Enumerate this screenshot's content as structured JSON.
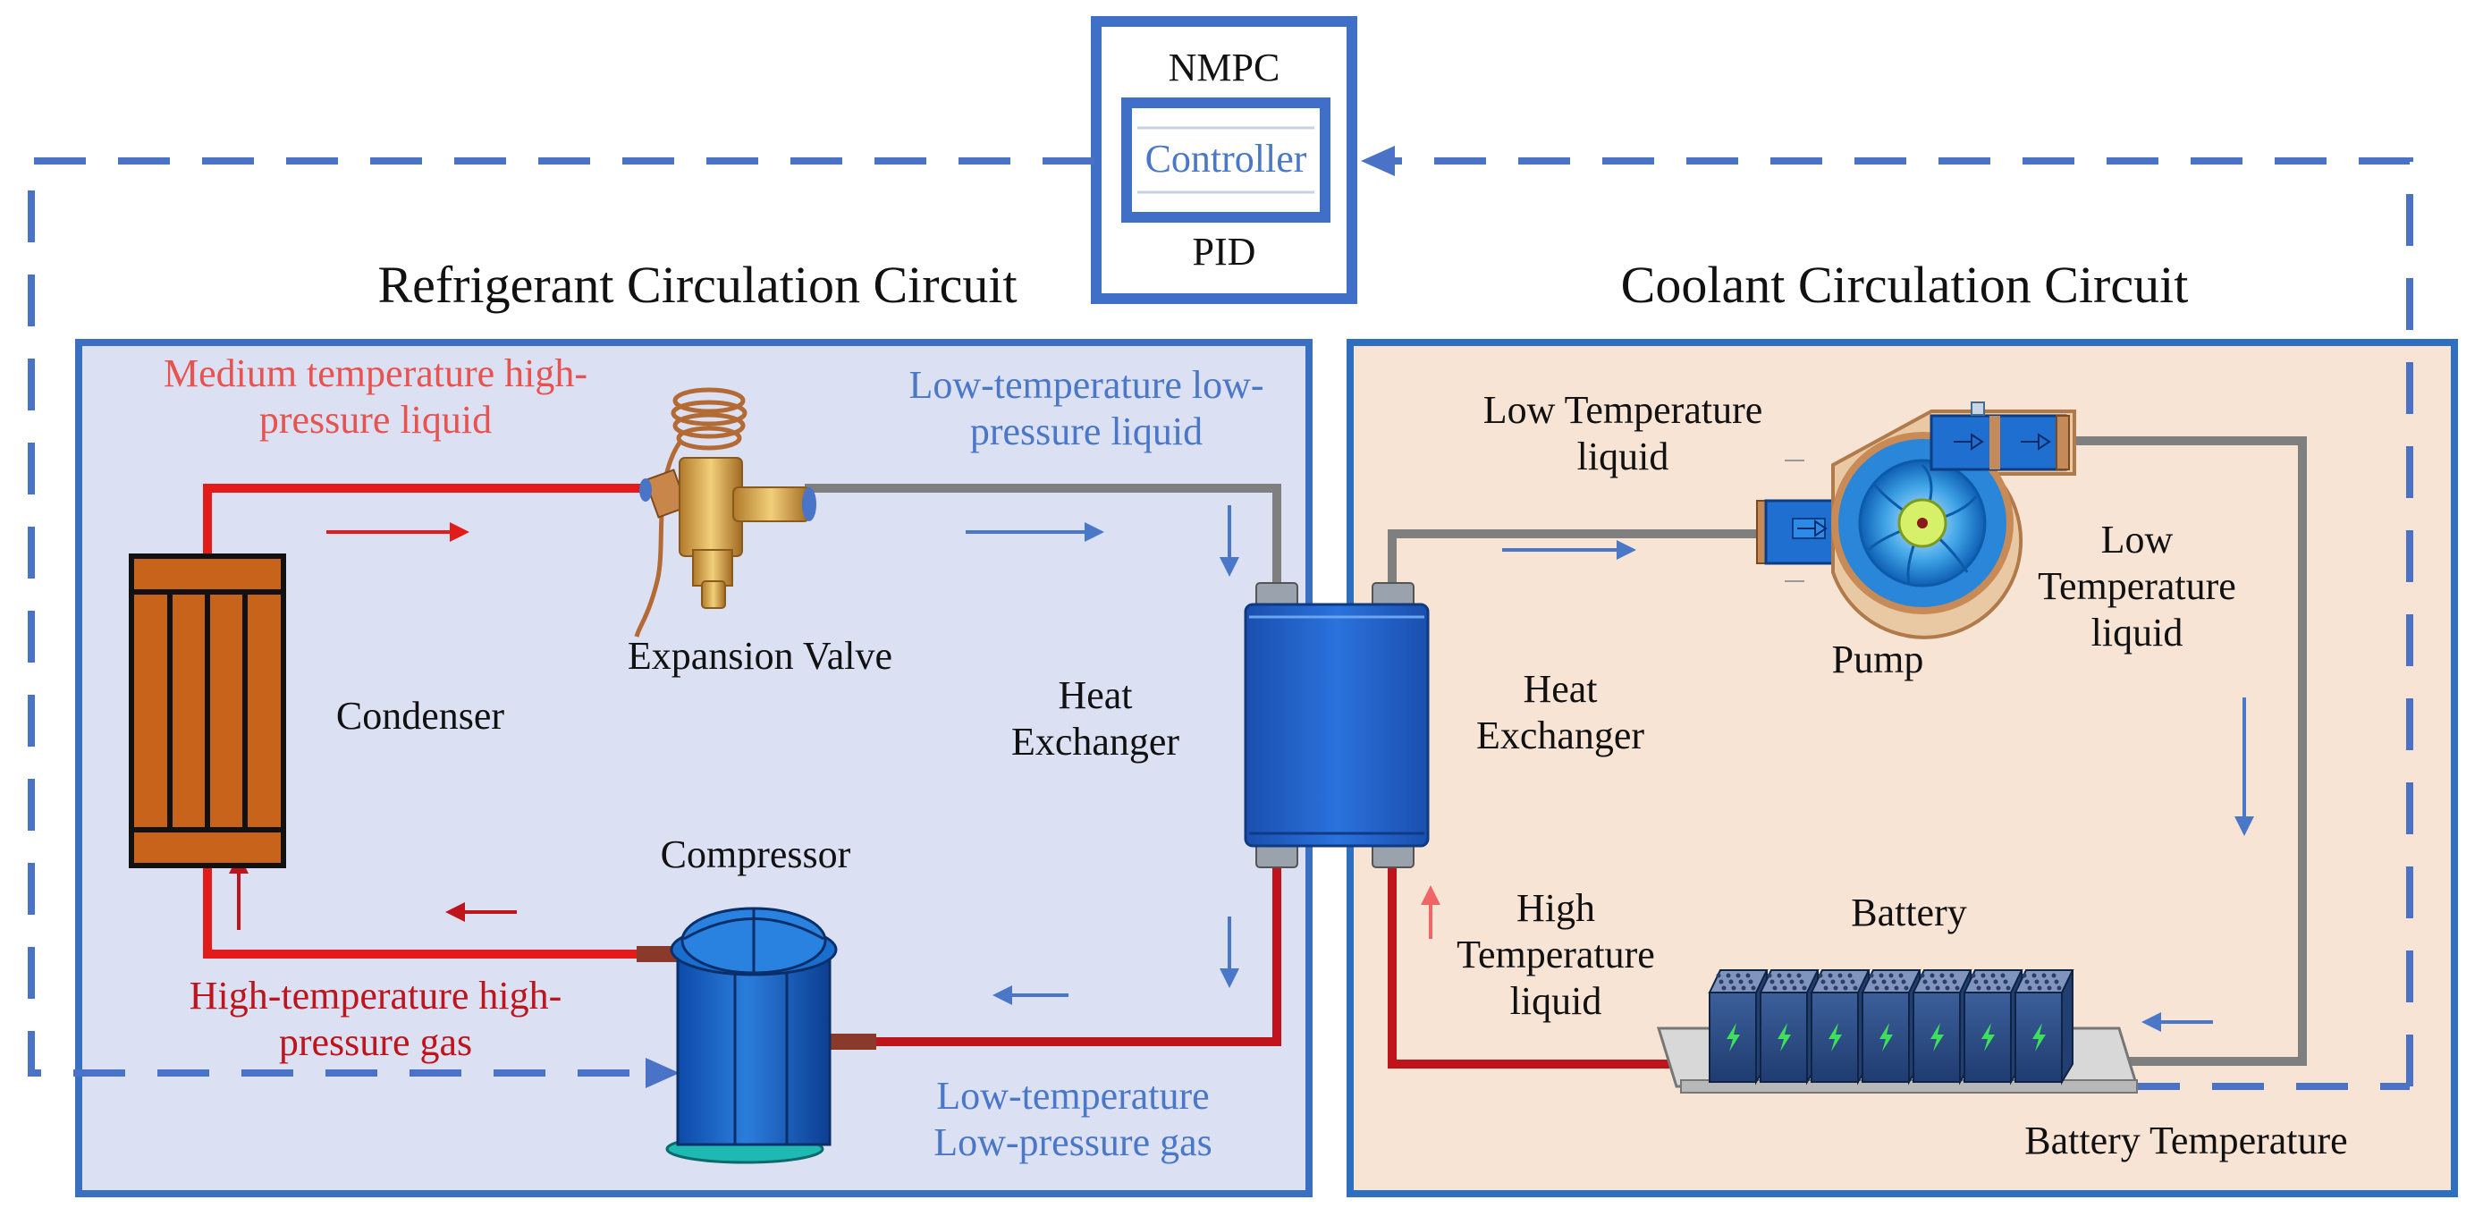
{
  "colors": {
    "refrigerant_panel": "#dbe1f3",
    "coolant_panel": "#f7e4d5",
    "panel_border": "#3a6fc2",
    "signal_dashed": "#4a72c6",
    "hot_pipe": "#e31b1b",
    "cold_pipe": "#7f7f7f",
    "coolant_hot_pipe": "#c0141c",
    "heat_exchanger": "#1f62c9",
    "condenser": "#c8631c"
  },
  "controller": {
    "top_label": "NMPC",
    "center_label": "Controller",
    "bottom_label": "PID"
  },
  "refrigerant_circuit": {
    "title": "Refrigerant Circulation Circuit",
    "labels": {
      "medium_temp_liquid": [
        "Medium temperature high-",
        "pressure liquid"
      ],
      "low_temp_liquid": [
        "Low-temperature low-",
        "pressure liquid"
      ],
      "high_temp_gas": [
        "High-temperature high-",
        "pressure gas"
      ],
      "low_temp_gas": [
        "Low-temperature",
        "Low-pressure gas"
      ]
    },
    "components": {
      "condenser": "Condenser",
      "expansion_valve": "Expansion Valve",
      "heat_exchanger": [
        "Heat",
        "Exchanger"
      ],
      "compressor": "Compressor"
    }
  },
  "coolant_circuit": {
    "title": "Coolant Circulation Circuit",
    "labels": {
      "low_temp_liquid_top": [
        "Low Temperature",
        "liquid"
      ],
      "low_temp_liquid_right": [
        "Low",
        "Temperature",
        "liquid"
      ],
      "high_temp_liquid": [
        "High",
        "Temperature",
        "liquid"
      ],
      "battery_temperature": "Battery Temperature"
    },
    "components": {
      "heat_exchanger": [
        "Heat",
        "Exchanger"
      ],
      "pump": "Pump",
      "battery": "Battery"
    }
  },
  "icons": [
    "condenser-icon",
    "expansion-valve-icon",
    "heat-exchanger-icon",
    "compressor-icon",
    "pump-icon",
    "battery-pack-icon",
    "flow-arrow-icon"
  ]
}
